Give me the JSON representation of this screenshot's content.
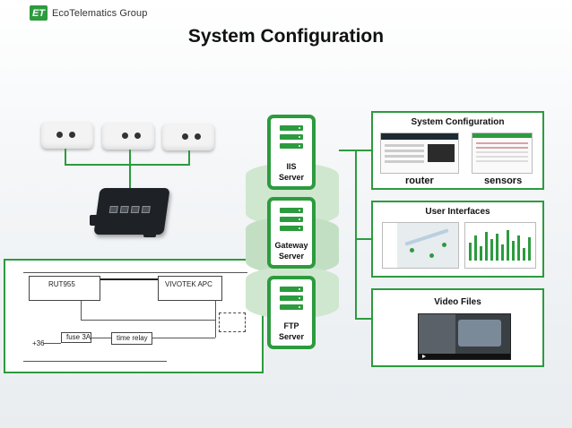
{
  "header": {
    "company": "EcoTelematics Group",
    "title": "System Configuration"
  },
  "schematic": {
    "router_label": "RUT955",
    "camera_label": "VIVOTEK APC",
    "fuse_label": "fuse 3A",
    "relay_label": "time relay",
    "supply_label": "+36"
  },
  "servers": [
    {
      "line1": "IIS",
      "line2": "Server"
    },
    {
      "line1": "Gateway",
      "line2": "Server"
    },
    {
      "line1": "FTP",
      "line2": "Server"
    }
  ],
  "panels": {
    "config": {
      "title": "System Configuration",
      "left_caption": "router",
      "right_caption": "sensors"
    },
    "ui": {
      "title": "User Interfaces"
    },
    "video": {
      "title": "Video Files"
    }
  },
  "colors": {
    "accent": "#2c9b3e",
    "cylinder": "#cfe7cf"
  },
  "icons": [
    "server-icon",
    "company-logo"
  ]
}
